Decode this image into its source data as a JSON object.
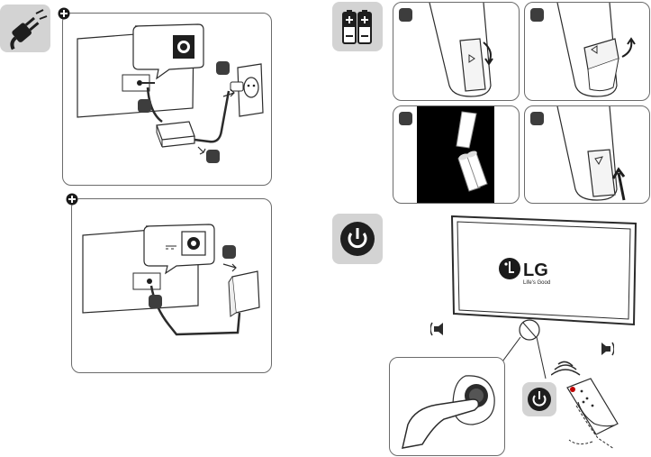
{
  "tv_logo": {
    "brand": "LG",
    "tagline": "Life's Good"
  },
  "icons": {
    "power_plug": "plug-icon",
    "batteries": "battery-icon",
    "power_on": "power-icon",
    "add_option": "plus-icon"
  },
  "panels": {
    "adapter_setup_a": {
      "steps": 3
    },
    "adapter_setup_b": {
      "steps": 2
    },
    "battery_steps": 4
  },
  "colors": {
    "tile": "#d3d3d3",
    "badge": "#3d3d3d",
    "line": "#2b2b2b",
    "remote_button": "#c00000"
  }
}
